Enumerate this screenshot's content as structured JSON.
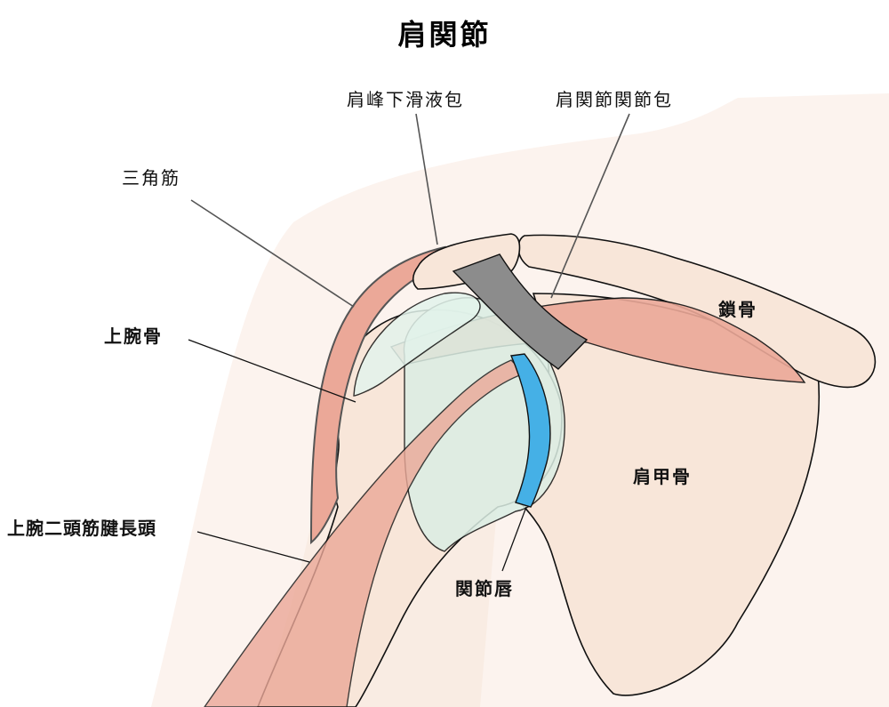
{
  "title": "肩関節",
  "labels": {
    "subacromial_bursa": "肩峰下滑液包",
    "joint_capsule": "肩関節関節包",
    "deltoid": "三角筋",
    "humerus": "上腕骨",
    "biceps_long_head": "上腕二頭筋腱長頭",
    "clavicle": "鎖骨",
    "scapula": "肩甲骨",
    "labrum": "関節唇"
  },
  "colors": {
    "skin": "#fcf3ee",
    "bone": "#f8e6d9",
    "muscle": "#eba898",
    "capsule": "#dbeee4",
    "ligament": "#8c8c8c",
    "labrum": "#45b0e6"
  }
}
